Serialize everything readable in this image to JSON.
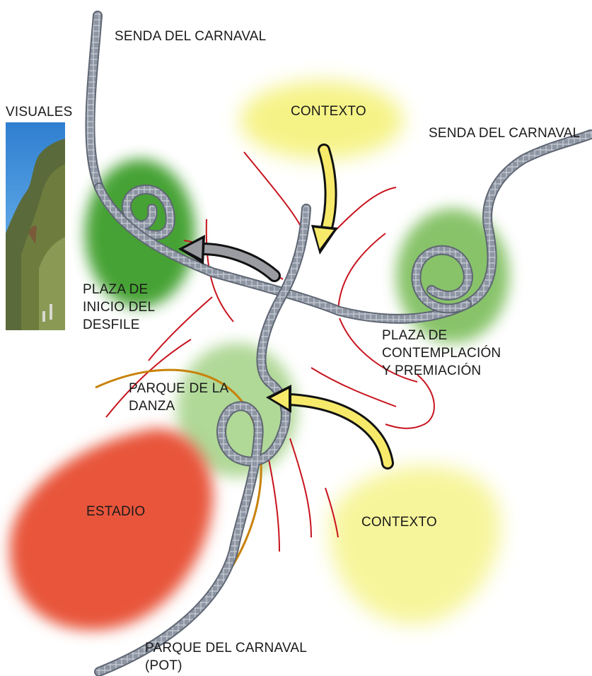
{
  "labels": {
    "senda_top": "SENDA DEL CARNAVAL",
    "senda_right": "SENDA DEL CARNAVAL",
    "visuales": "VISUALES",
    "contexto_top": "CONTEXTO",
    "contexto_bottom": "CONTEXTO",
    "plaza_inicio": [
      "PLAZA DE",
      "INICIO DEL",
      "DESFILE"
    ],
    "plaza_contemplacion": [
      "PLAZA DE",
      "CONTEMPLACIÓN",
      "Y PREMIACIÓN"
    ],
    "parque_danza": [
      "PARQUE DE LA",
      "DANZA"
    ],
    "estadio": "ESTADIO",
    "parque_carnaval": [
      "PARQUE DEL CARNAVAL",
      "(POT)"
    ]
  },
  "colors": {
    "green_dark": "#3d9e2a",
    "green_mid": "#7cbd5a",
    "green_light": "#a8d48c",
    "yellow_zone": "#f4f27a",
    "red_zone": "#e8553a",
    "red_line": "#c8141e",
    "orange_line": "#c8820a",
    "path_fill": "#8e96a4",
    "path_edge": "#5f6673",
    "arrow_yellow": "#f7ea6a",
    "arrow_grey": "#9a9ca2"
  },
  "icons": {
    "visuales_photo": "mountain-landscape-photo",
    "arrows": [
      "grey-arrow",
      "yellow-arrow",
      "yellow-arrow"
    ]
  }
}
